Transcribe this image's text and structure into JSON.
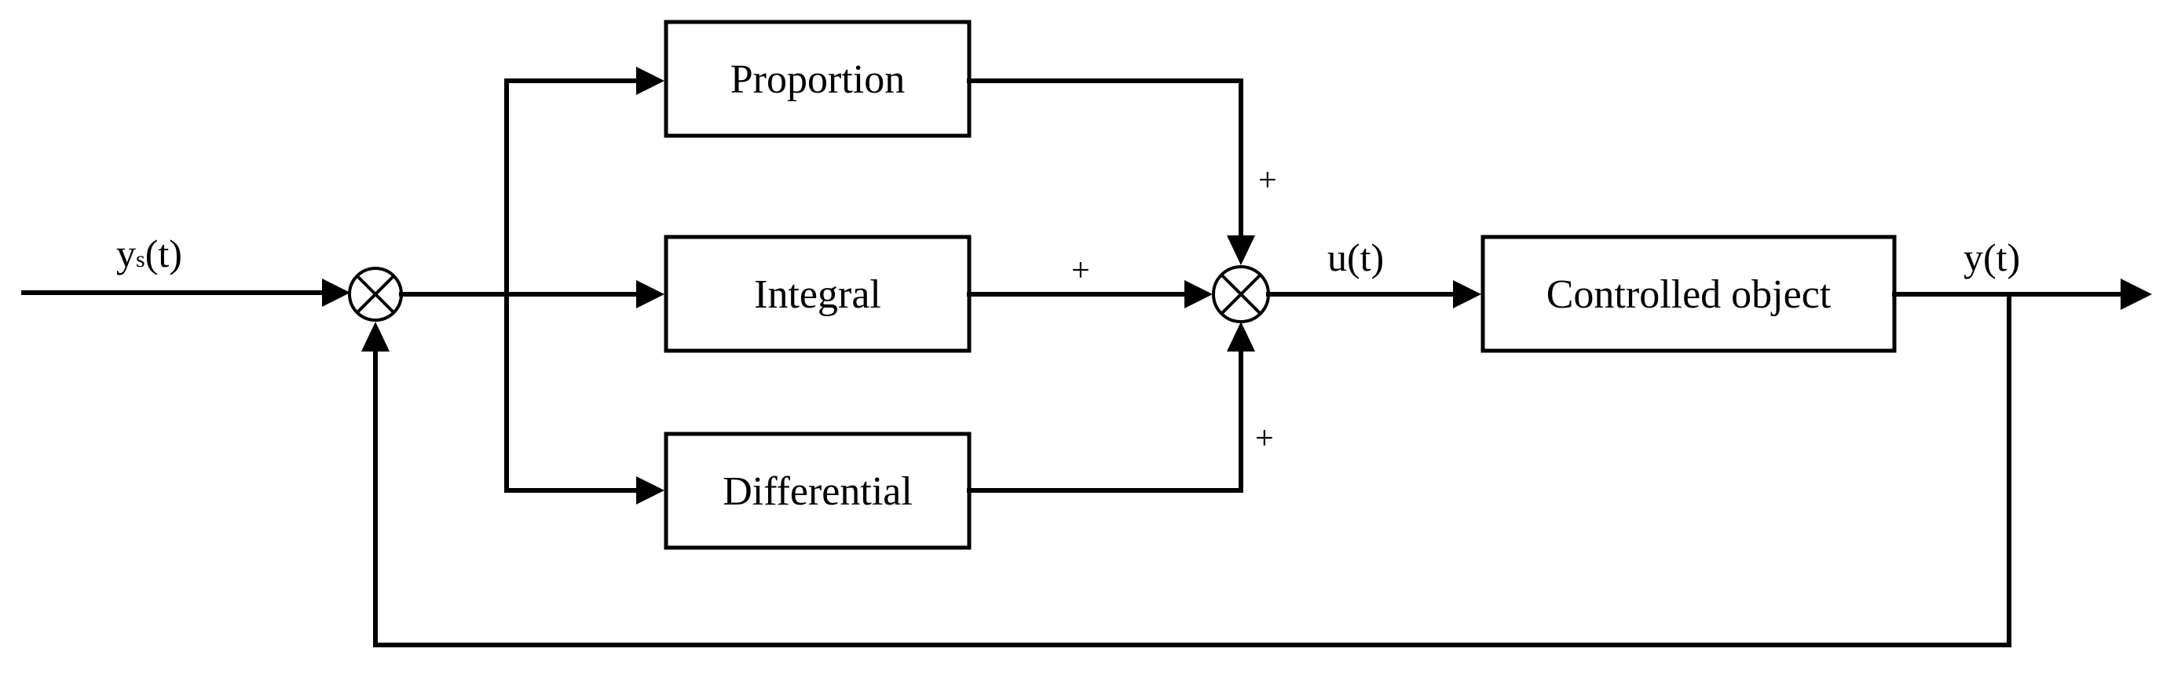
{
  "blocks": {
    "proportion": "Proportion",
    "integral": "Integral",
    "differential": "Differential",
    "controlled_object": "Controlled object"
  },
  "signals": {
    "setpoint_main": "y",
    "setpoint_sub": "s",
    "setpoint_tail": "(t)",
    "control": "u(t)",
    "output": "y(t)"
  },
  "signs": {
    "proportion_in": "+",
    "integral_in": "+",
    "differential_in": "+"
  }
}
